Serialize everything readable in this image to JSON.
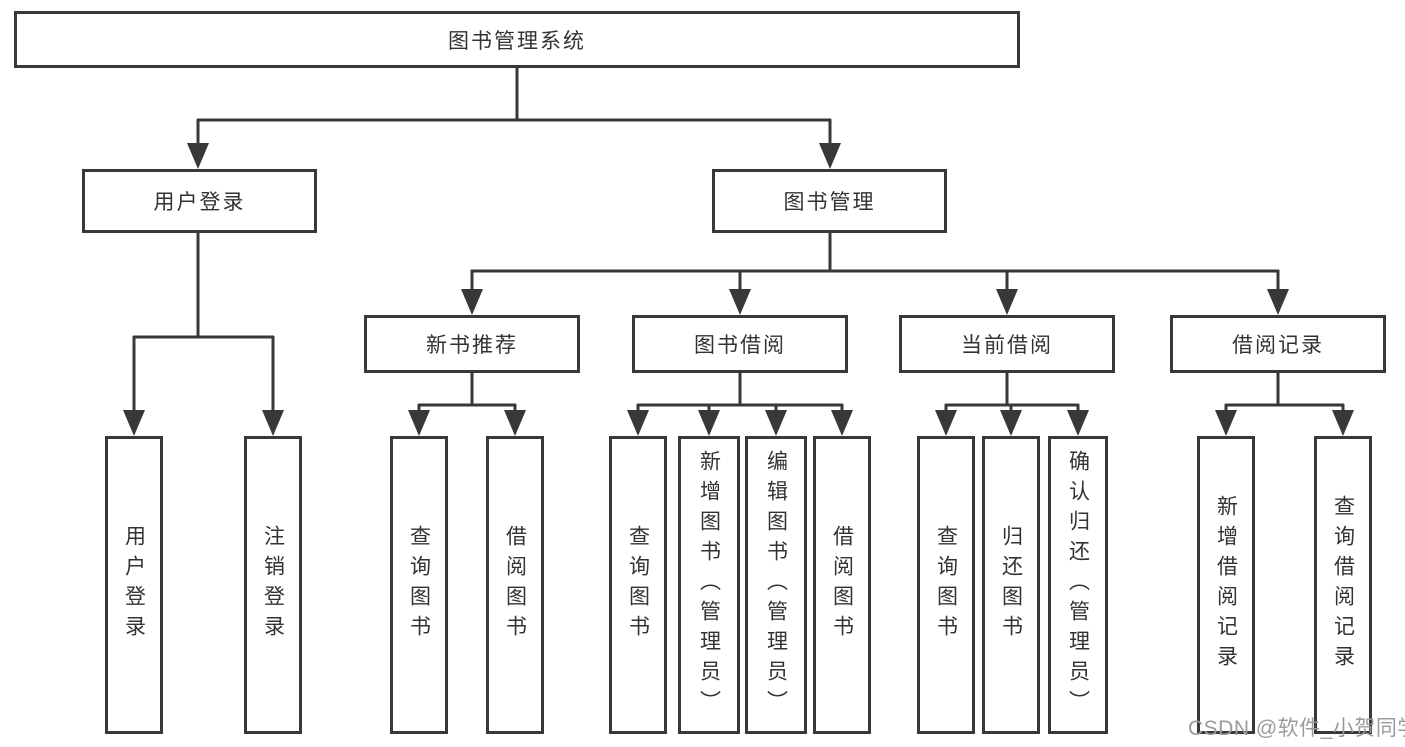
{
  "tree": {
    "root": {
      "label": "图书管理系统"
    },
    "branches": [
      {
        "label": "用户登录",
        "leaves": [
          {
            "label": "用户登录"
          },
          {
            "label": "注销登录"
          }
        ]
      },
      {
        "label": "图书管理",
        "groups": [
          {
            "label": "新书推荐",
            "leaves": [
              {
                "label": "查询图书"
              },
              {
                "label": "借阅图书"
              }
            ]
          },
          {
            "label": "图书借阅",
            "leaves": [
              {
                "label": "查询图书"
              },
              {
                "label": "新增图书（管理员）"
              },
              {
                "label": "编辑图书（管理员）"
              },
              {
                "label": "借阅图书"
              }
            ]
          },
          {
            "label": "当前借阅",
            "leaves": [
              {
                "label": "查询图书"
              },
              {
                "label": "归还图书"
              },
              {
                "label": "确认归还（管理员）"
              }
            ]
          },
          {
            "label": "借阅记录",
            "leaves": [
              {
                "label": "新增借阅记录"
              },
              {
                "label": "查询借阅记录"
              }
            ]
          }
        ]
      }
    ]
  },
  "watermark": {
    "text": "CSDN @软件_小贺同学",
    "color": "#9b9b9b"
  },
  "colors": {
    "line": "#383838",
    "box_border": "#383838",
    "box_background": "#ffffff",
    "text": "#333333",
    "page_background": "#ffffff"
  }
}
